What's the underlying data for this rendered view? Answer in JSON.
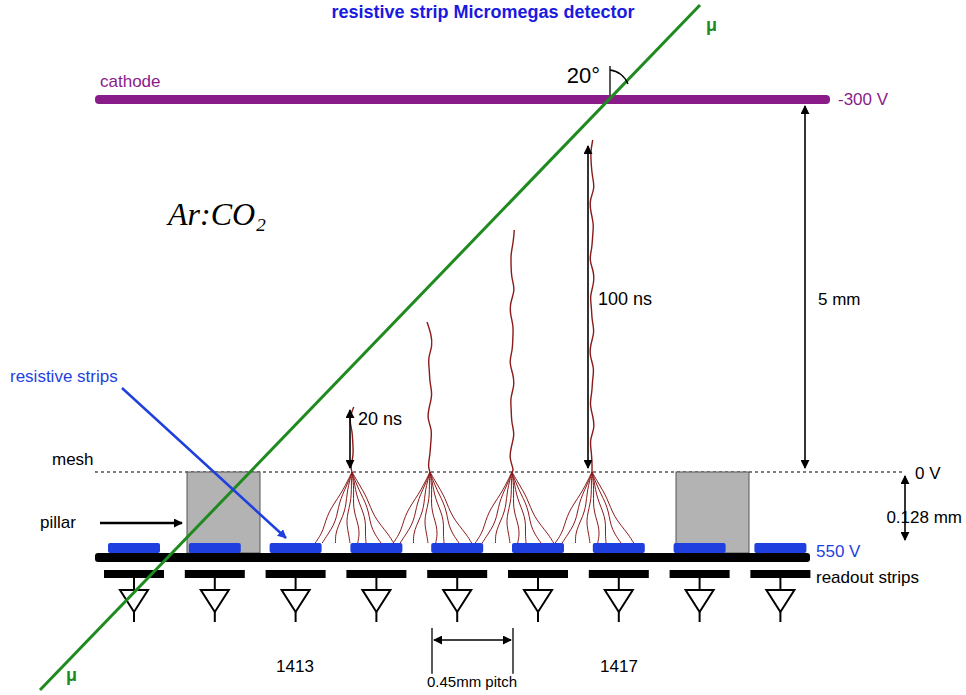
{
  "diagram": {
    "title": "resistive strip Micromegas detector",
    "labels": [
      "cathode",
      "-300 V",
      "μ",
      "20°",
      "Ar:CO₂",
      "100 ns",
      "5 mm",
      "resistive strips",
      "20 ns",
      "mesh",
      "0 V",
      "pillar",
      "0.128 mm",
      "550 V",
      "readout strips",
      "μ",
      "1413",
      "0.45mm pitch",
      "1417"
    ]
  }
}
